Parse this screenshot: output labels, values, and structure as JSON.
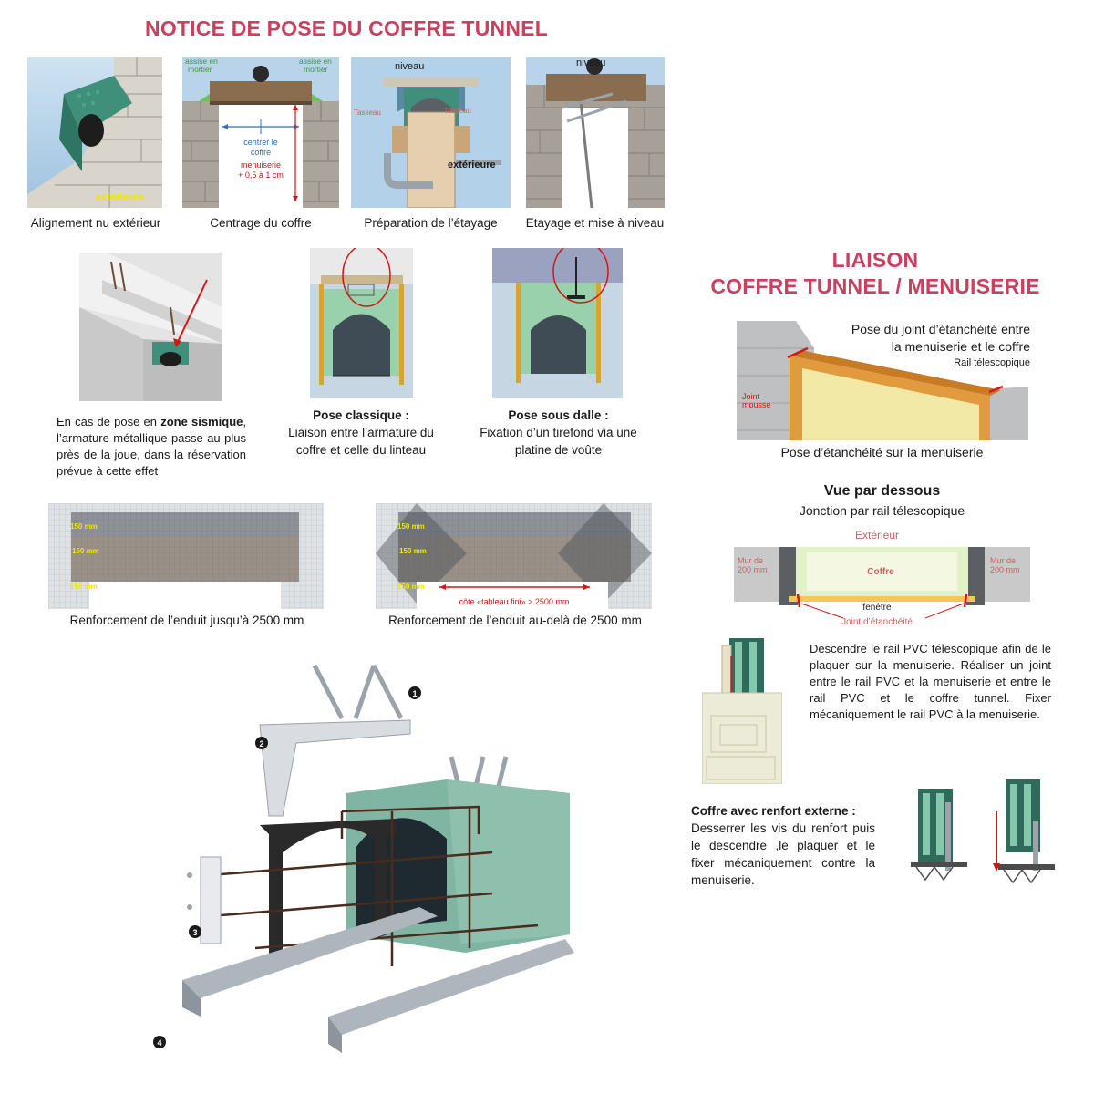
{
  "main_title": "NOTICE DE POSE DU COFFRE TUNNEL",
  "row1": {
    "img1": {
      "label": "extérieure",
      "caption": "Alignement nu extérieur"
    },
    "img2": {
      "assise_left": "assise en mortier",
      "assise_right": "assise en mortier",
      "center": "centrer le coffre",
      "menuiserie": "menuiserie",
      "tolerance": "+ 0,5 à 1 cm",
      "caption": "Centrage du coffre"
    },
    "img3": {
      "niveau": "niveau",
      "tasseau_left": "Tasseau",
      "tasseau_right": "Tasseau",
      "exterieure": "extérieure",
      "caption": "Préparation de l’étayage"
    },
    "img4": {
      "niveau": "niveau",
      "caption": "Etayage et mise à niveau"
    }
  },
  "seismic": {
    "pre": "En cas de pose en ",
    "bold": "zone sismique",
    "post": ", l’armature métallique passe au plus près de la joue, dans la réservation prévue à cette effet"
  },
  "pose_classique": {
    "title": "Pose classique :",
    "text": "Liaison entre l’armature du coffre et celle du linteau"
  },
  "pose_sous_dalle": {
    "title": "Pose sous dalle :",
    "text": "Fixation d’un tirefond via une platine de voûte"
  },
  "renfort1": {
    "dim1": "150 mm",
    "dim2": "150 mm",
    "dim3": "150 mm",
    "caption": "Renforcement de l’enduit jusqu’à 2500 mm"
  },
  "renfort2": {
    "dim1": "150 mm",
    "dim2": "150 mm",
    "dim3": "150 mm",
    "arrow_label": "côte «tableau fini» > 2500 mm",
    "caption": "Renforcement de l’enduit au-delà de 2500 mm"
  },
  "exploded": {
    "num1": "1",
    "num2": "2",
    "num3": "3",
    "num4": "4"
  },
  "liaison": {
    "title_line1": "LIAISON",
    "title_line2": "COFFRE TUNNEL / MENUISERIE",
    "joint_text_line1": "Pose du joint d’étanchéité entre",
    "joint_text_line2": "la menuiserie et le coffre",
    "rail_label": "Rail télescopique",
    "joint_mousse": "Joint mousse",
    "caption": "Pose d’étanchéité sur la menuiserie"
  },
  "vue_dessous": {
    "title": "Vue par dessous",
    "subtitle": "Jonction par rail télescopique",
    "exterieur": "Extérieur",
    "mur_left": "Mur de 200 mm",
    "mur_right": "Mur de 200 mm",
    "coffre": "Coffre",
    "fenetre": "fenêtre",
    "joint": "Joint d’étanchéité"
  },
  "rail_text": "Descendre le rail PVC télescopique afin de le plaquer sur la menuiserie. Réaliser un joint entre le rail PVC et la menuiserie et entre le rail PVC et le coffre tunnel. Fixer mécaniquement le rail PVC à la menuiserie.",
  "renfort_externe": {
    "title": "Coffre avec renfort externe :",
    "text": "Desserrer les vis du renfort puis le descendre ,le plaquer et le fixer mécaniquement contre la menuiserie."
  },
  "colors": {
    "accent": "#c9415f",
    "sky": "#a9cbe6",
    "brick": "#a8a39c",
    "green": "#3f8f7a",
    "red": "#d01818"
  }
}
